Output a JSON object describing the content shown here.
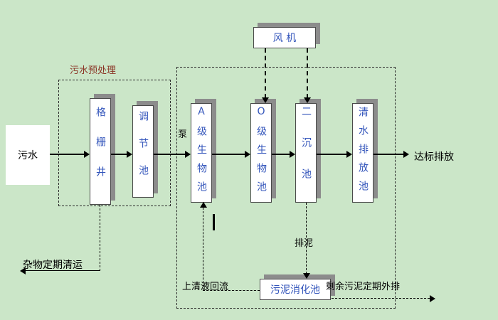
{
  "colors": {
    "background": "#cbe6c8",
    "unit_text": "#3355bb",
    "shadow": "#8c8c8c",
    "label_text": "#000000",
    "pretreatment_label_text": "#8a3324"
  },
  "flow": {
    "influent": "污水",
    "pretreatment": "污水预处理",
    "pump": "泵",
    "effluent": "达标排放",
    "debris_note": "杂物定期清运",
    "supernatant_note": "上清液回流",
    "sludge_note": "排泥",
    "excess_note": "剩余污泥定期外排"
  },
  "units": {
    "fan": "风 机",
    "grid_well": "格栅井",
    "regulating_tank": "调节池",
    "a_bio_tank": "A级生物池",
    "o_bio_tank": "O级生物池",
    "secondary_tank": "二沉池",
    "clear_tank": "清水排放池",
    "digester": "污泥消化池"
  }
}
